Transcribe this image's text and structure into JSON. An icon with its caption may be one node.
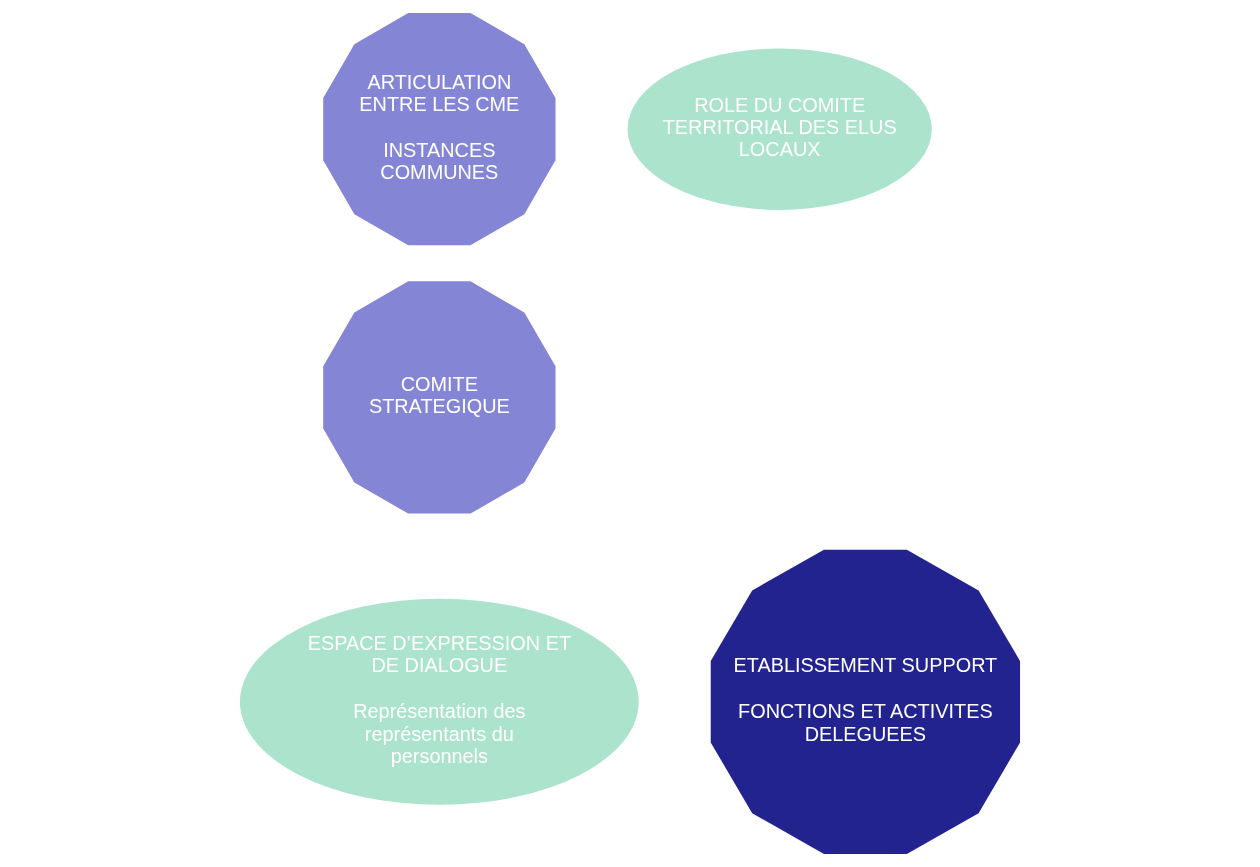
{
  "diagram": {
    "nodes": [
      {
        "text": [
          "ARTICULATION ENTRE LES CME",
          "INSTANCES COMMUNES"
        ]
      },
      {
        "text": [
          "ROLE DU COMITE TERRITORIAL DES ELUS LOCAUX"
        ]
      },
      {
        "text": [
          "COMITE STRATEGIQUE"
        ]
      },
      {
        "text": [
          "ETABLISSEMENT SUPPORT",
          "FONCTIONS ET ACTIVITES DELEGUEES"
        ]
      },
      {
        "text": [
          "ESPACE D’EXPRESSION ET DE DIALOGUE",
          "Représentation des représentants du personnels"
        ]
      }
    ],
    "edges": []
  }
}
